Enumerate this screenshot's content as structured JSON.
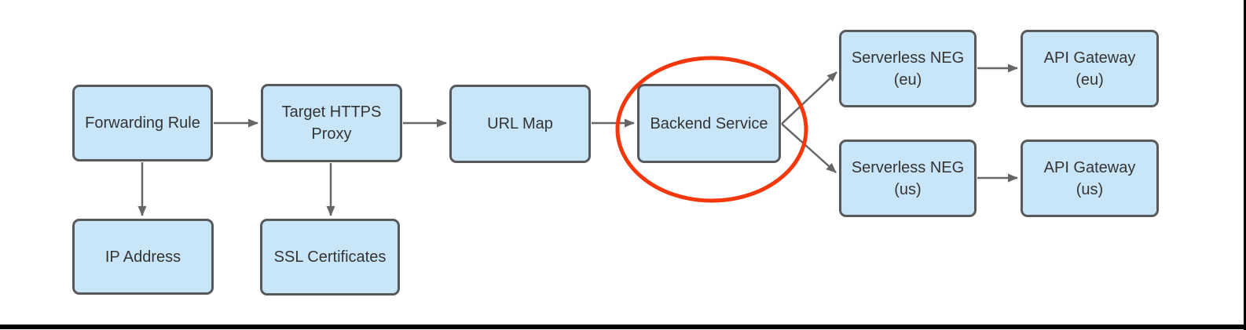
{
  "diagram": {
    "description": "Load balancing architecture flow diagram",
    "nodes": {
      "forwarding_rule": {
        "label": "Forwarding Rule"
      },
      "target_https_proxy": {
        "label": "Target HTTPS\nProxy"
      },
      "url_map": {
        "label": "URL Map"
      },
      "backend_service": {
        "label": "Backend Service"
      },
      "serverless_neg_eu": {
        "label": "Serverless NEG\n(eu)"
      },
      "api_gateway_eu": {
        "label": "API Gateway\n(eu)"
      },
      "serverless_neg_us": {
        "label": "Serverless NEG\n(us)"
      },
      "api_gateway_us": {
        "label": "API Gateway\n(us)"
      },
      "ip_address": {
        "label": "IP Address"
      },
      "ssl_certificates": {
        "label": "SSL Certificates"
      }
    },
    "edges": [
      {
        "from": "forwarding_rule",
        "to": "target_https_proxy"
      },
      {
        "from": "forwarding_rule",
        "to": "ip_address"
      },
      {
        "from": "target_https_proxy",
        "to": "url_map"
      },
      {
        "from": "target_https_proxy",
        "to": "ssl_certificates"
      },
      {
        "from": "url_map",
        "to": "backend_service"
      },
      {
        "from": "backend_service",
        "to": "serverless_neg_eu"
      },
      {
        "from": "backend_service",
        "to": "serverless_neg_us"
      },
      {
        "from": "serverless_neg_eu",
        "to": "api_gateway_eu"
      },
      {
        "from": "serverless_neg_us",
        "to": "api_gateway_us"
      }
    ],
    "highlight": {
      "shape": "ellipse",
      "around": "backend_service",
      "color": "#f5380b"
    },
    "colors": {
      "node_fill": "#c9e5f8",
      "node_border": "#58595b",
      "text": "#343434",
      "connector": "#666666",
      "highlight": "#f5380b",
      "window_edge": "#000000",
      "canvas": "#ffffff"
    }
  }
}
